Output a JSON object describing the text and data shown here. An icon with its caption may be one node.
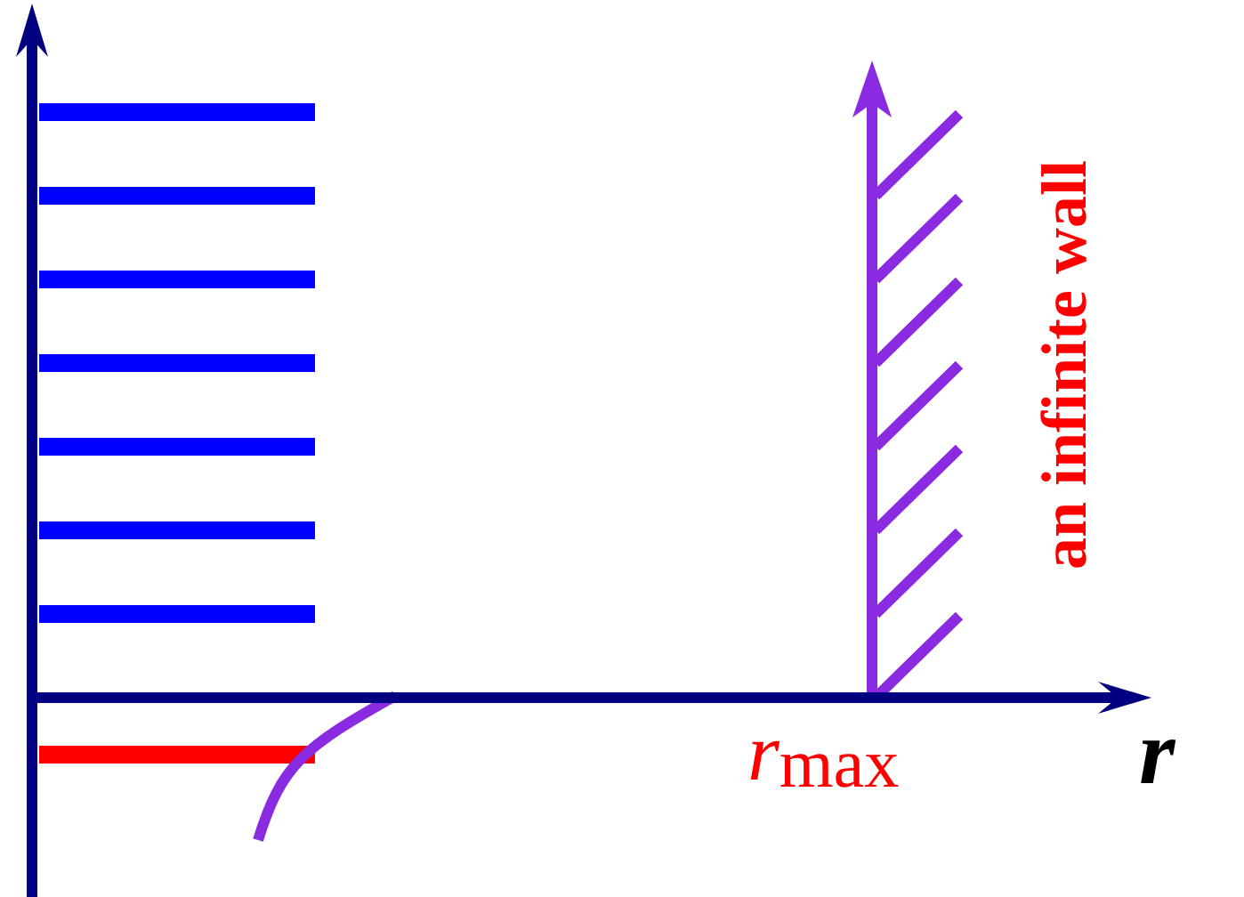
{
  "diagram": {
    "labels": [
      "an infinite wall",
      "*r*$_{max}$",
      "r"
    ]
  }
}
